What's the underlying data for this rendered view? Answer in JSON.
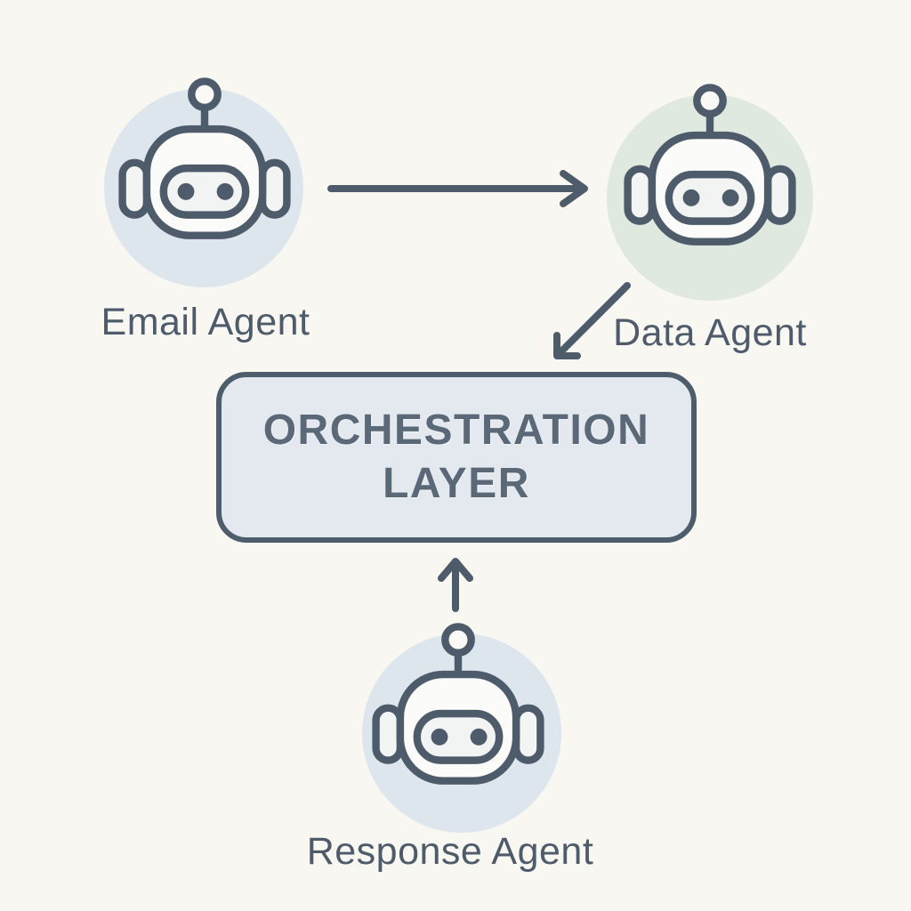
{
  "diagram": {
    "orchestration": {
      "line1": "ORCHESTRATION",
      "line2": "LAYER"
    },
    "agents": [
      {
        "id": "email",
        "label": "Email Agent",
        "icon": "robot-icon",
        "circle_color": "#dee6ed"
      },
      {
        "id": "data",
        "label": "Data Agent",
        "icon": "robot-icon",
        "circle_color": "#e0e9e0"
      },
      {
        "id": "response",
        "label": "Response Agent",
        "icon": "robot-icon",
        "circle_color": "#dee6ed"
      }
    ],
    "arrows": [
      {
        "name": "arrow-email-to-data",
        "from": "Email Agent",
        "to": "Data Agent"
      },
      {
        "name": "arrow-data-to-orchestration",
        "from": "Data Agent",
        "to": "Orchestration Layer"
      },
      {
        "name": "arrow-response-to-orchestration",
        "from": "Response Agent",
        "to": "Orchestration Layer"
      }
    ],
    "colors": {
      "background": "#f9f7f1",
      "stroke": "#4d5b6a",
      "agent_circle_blue": "#dee6ed",
      "agent_circle_green": "#e0e9e0",
      "box_fill": "#e3e9ee",
      "box_border": "#4e5d6c",
      "box_title": "#5a6878",
      "label_text": "#4d5b6b"
    }
  }
}
